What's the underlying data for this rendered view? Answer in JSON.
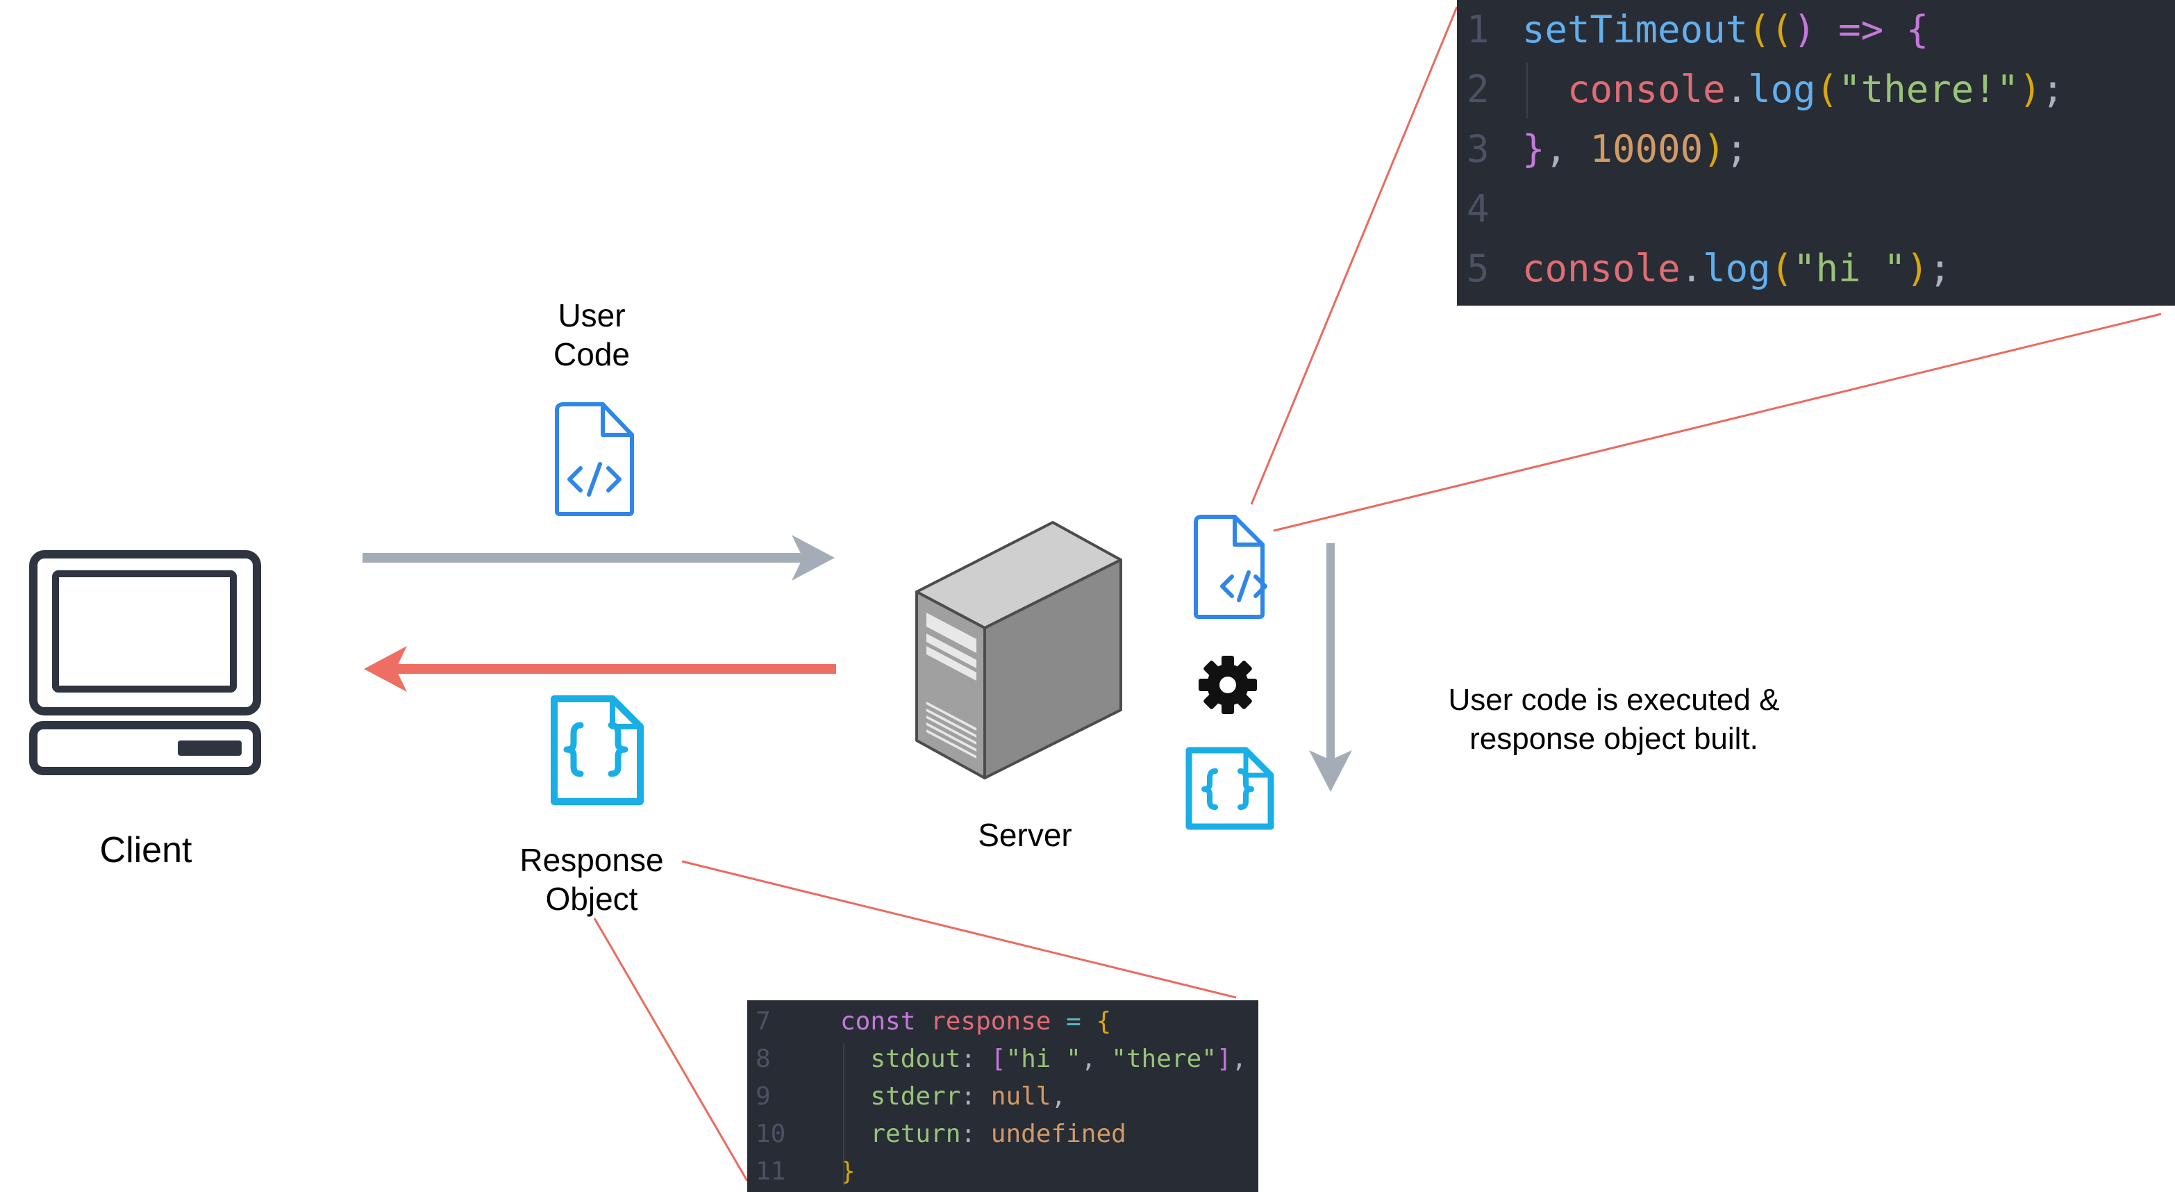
{
  "labels": {
    "user_code": [
      "User",
      "Code"
    ],
    "client": "Client",
    "server": "Server",
    "response_object": [
      "Response",
      "Object"
    ],
    "execution_note": [
      "User code is executed &",
      "response object built."
    ]
  },
  "icons": {
    "client": "laptop-icon",
    "user_code": "code-file-icon",
    "server": "server-tower-icon",
    "server_code": "code-file-icon",
    "process": "gear-icon",
    "server_response": "json-file-icon",
    "response": "json-file-icon"
  },
  "colors": {
    "request_arrow": "#a4adb7",
    "response_arrow": "#ee6e63",
    "callout_line": "#ea6a5e",
    "code_file_icon": "#2f86e8",
    "json_file_icon": "#19aee6",
    "code_bg": "#282c34"
  },
  "code_top": {
    "lines": [
      {
        "num": "1",
        "tokens": [
          {
            "t": "setTimeout",
            "c": "#61afef"
          },
          {
            "t": "((",
            "c": "#d7a70f"
          },
          {
            "t": ") ",
            "c": "#c678dd"
          },
          {
            "t": "=>",
            "c": "#c678dd"
          },
          {
            "t": " {",
            "c": "#c678dd"
          }
        ]
      },
      {
        "num": "2",
        "tokens": [
          {
            "t": "  ",
            "c": "#abb2bf"
          },
          {
            "t": "console",
            "c": "#e06c75"
          },
          {
            "t": ".",
            "c": "#abb2bf"
          },
          {
            "t": "log",
            "c": "#61afef"
          },
          {
            "t": "(",
            "c": "#d7a70f"
          },
          {
            "t": "\"there!\"",
            "c": "#98c379"
          },
          {
            "t": ")",
            "c": "#d7a70f"
          },
          {
            "t": ";",
            "c": "#abb2bf"
          }
        ]
      },
      {
        "num": "3",
        "tokens": [
          {
            "t": "}",
            "c": "#c678dd"
          },
          {
            "t": ", ",
            "c": "#abb2bf"
          },
          {
            "t": "10000",
            "c": "#d19a66"
          },
          {
            "t": ")",
            "c": "#d7a70f"
          },
          {
            "t": ";",
            "c": "#abb2bf"
          }
        ]
      },
      {
        "num": "4",
        "tokens": []
      },
      {
        "num": "5",
        "tokens": [
          {
            "t": "console",
            "c": "#e06c75"
          },
          {
            "t": ".",
            "c": "#abb2bf"
          },
          {
            "t": "log",
            "c": "#61afef"
          },
          {
            "t": "(",
            "c": "#d7a70f"
          },
          {
            "t": "\"hi \"",
            "c": "#98c379"
          },
          {
            "t": ")",
            "c": "#d7a70f"
          },
          {
            "t": ";",
            "c": "#abb2bf"
          }
        ]
      }
    ]
  },
  "code_bottom": {
    "lines": [
      {
        "num": "7",
        "tokens": [
          {
            "t": "const",
            "c": "#c678dd"
          },
          {
            "t": " ",
            "c": "#abb2bf"
          },
          {
            "t": "response",
            "c": "#e06c75"
          },
          {
            "t": " ",
            "c": "#abb2bf"
          },
          {
            "t": "=",
            "c": "#56b6c2"
          },
          {
            "t": " ",
            "c": "#abb2bf"
          },
          {
            "t": "{",
            "c": "#d7a70f"
          }
        ]
      },
      {
        "num": "8",
        "tokens": [
          {
            "t": "  ",
            "c": "#abb2bf"
          },
          {
            "t": "stdout",
            "c": "#98c379"
          },
          {
            "t": ": ",
            "c": "#abb2bf"
          },
          {
            "t": "[",
            "c": "#c678dd"
          },
          {
            "t": "\"hi \"",
            "c": "#98c379"
          },
          {
            "t": ", ",
            "c": "#abb2bf"
          },
          {
            "t": "\"there\"",
            "c": "#98c379"
          },
          {
            "t": "]",
            "c": "#c678dd"
          },
          {
            "t": ",",
            "c": "#abb2bf"
          }
        ]
      },
      {
        "num": "9",
        "tokens": [
          {
            "t": "  ",
            "c": "#abb2bf"
          },
          {
            "t": "stderr",
            "c": "#98c379"
          },
          {
            "t": ": ",
            "c": "#abb2bf"
          },
          {
            "t": "null",
            "c": "#d19a66"
          },
          {
            "t": ",",
            "c": "#abb2bf"
          }
        ]
      },
      {
        "num": "10",
        "tokens": [
          {
            "t": "  ",
            "c": "#abb2bf"
          },
          {
            "t": "return",
            "c": "#98c379"
          },
          {
            "t": ": ",
            "c": "#abb2bf"
          },
          {
            "t": "undefined",
            "c": "#d19a66"
          }
        ]
      },
      {
        "num": "11",
        "tokens": [
          {
            "t": "}",
            "c": "#d7a70f"
          }
        ]
      }
    ]
  }
}
